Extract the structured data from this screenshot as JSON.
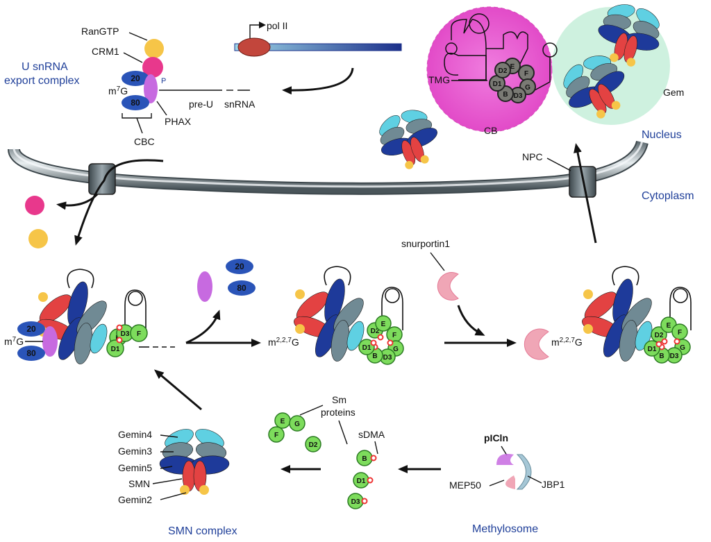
{
  "labels": {
    "rangtp": "RanGTP",
    "crm1": "CRM1",
    "export_complex_1": "U snRNA",
    "export_complex_2": "export complex",
    "cbc20": "20",
    "cbc80": "80",
    "phospho": "P",
    "m7g": "m",
    "m7g_sup": "7",
    "m7g_g": "G",
    "phax": "PHAX",
    "cbc": "CBC",
    "pre_u": "pre-U",
    "snrna": "snRNA",
    "pol2": "pol II",
    "tmg": "TMG",
    "cb": "CB",
    "gem": "Gem",
    "nucleus": "Nucleus",
    "cytoplasm": "Cytoplasm",
    "npc": "NPC",
    "snurportin": "snurportin1",
    "m227g": "m",
    "m227g_sup": "2,2,7",
    "m227g_g": "G",
    "sm_proteins_1": "Sm",
    "sm_proteins_2": "proteins",
    "sdma": "sDMA",
    "gemin4": "Gemin4",
    "gemin3": "Gemin3",
    "gemin5": "Gemin5",
    "smn": "SMN",
    "gemin2": "Gemin2",
    "smn_complex": "SMN complex",
    "picln": "pICln",
    "mep50": "MEP50",
    "jbp1": "JBP1",
    "methylosome": "Methylosome"
  },
  "sm": {
    "b": "B",
    "d1": "D1",
    "d2": "D2",
    "d3": "D3",
    "e": "E",
    "f": "F",
    "g": "G"
  },
  "colors": {
    "label_blue": "#1f3f99",
    "cb_pink": "#e95fd2",
    "gem_green": "#c9f0dc",
    "sm_green": "#7ddc5c",
    "cbc_blue": "#2a54b8",
    "phax_purple": "#c76ae0",
    "crm1_pink": "#e8388c",
    "rangtp_yellow": "#f6c548",
    "smn_red": "#e34242",
    "gemin5_navy": "#1e3a9a",
    "gemin3_grey": "#708a94",
    "gemin4_cyan": "#5fd0e2"
  }
}
